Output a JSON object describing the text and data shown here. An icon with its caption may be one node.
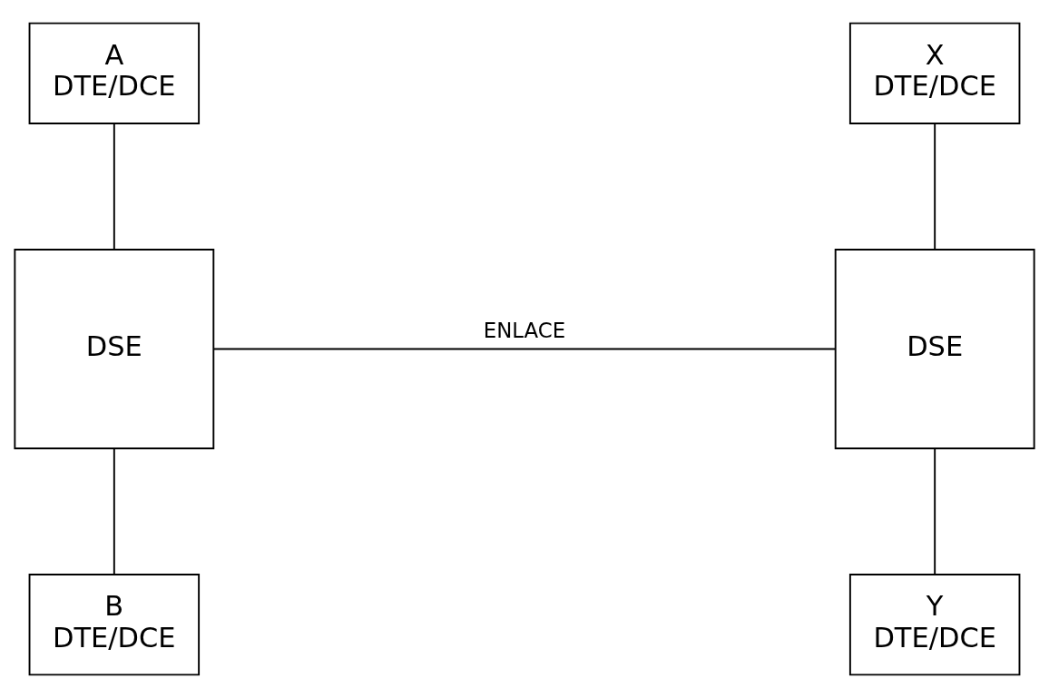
{
  "diagram": {
    "nodes": [
      {
        "text": [
          "A",
          "DTE/DCE"
        ]
      },
      {
        "text": [
          "X",
          "DTE/DCE"
        ]
      },
      {
        "text": [
          "DSE"
        ]
      },
      {
        "text": [
          "DSE"
        ]
      },
      {
        "text": [
          "B",
          "DTE/DCE"
        ]
      },
      {
        "text": [
          "Y",
          "DTE/DCE"
        ]
      }
    ],
    "edges": [
      {
        "from": 0,
        "to": 2,
        "arrow": "none"
      },
      {
        "from": 2,
        "to": 3,
        "arrow": "none",
        "label": "ENLACE"
      },
      {
        "from": 1,
        "to": 3,
        "arrow": "none"
      },
      {
        "from": 2,
        "to": 4,
        "arrow": "none"
      },
      {
        "from": 3,
        "to": 5,
        "arrow": "none"
      }
    ]
  }
}
